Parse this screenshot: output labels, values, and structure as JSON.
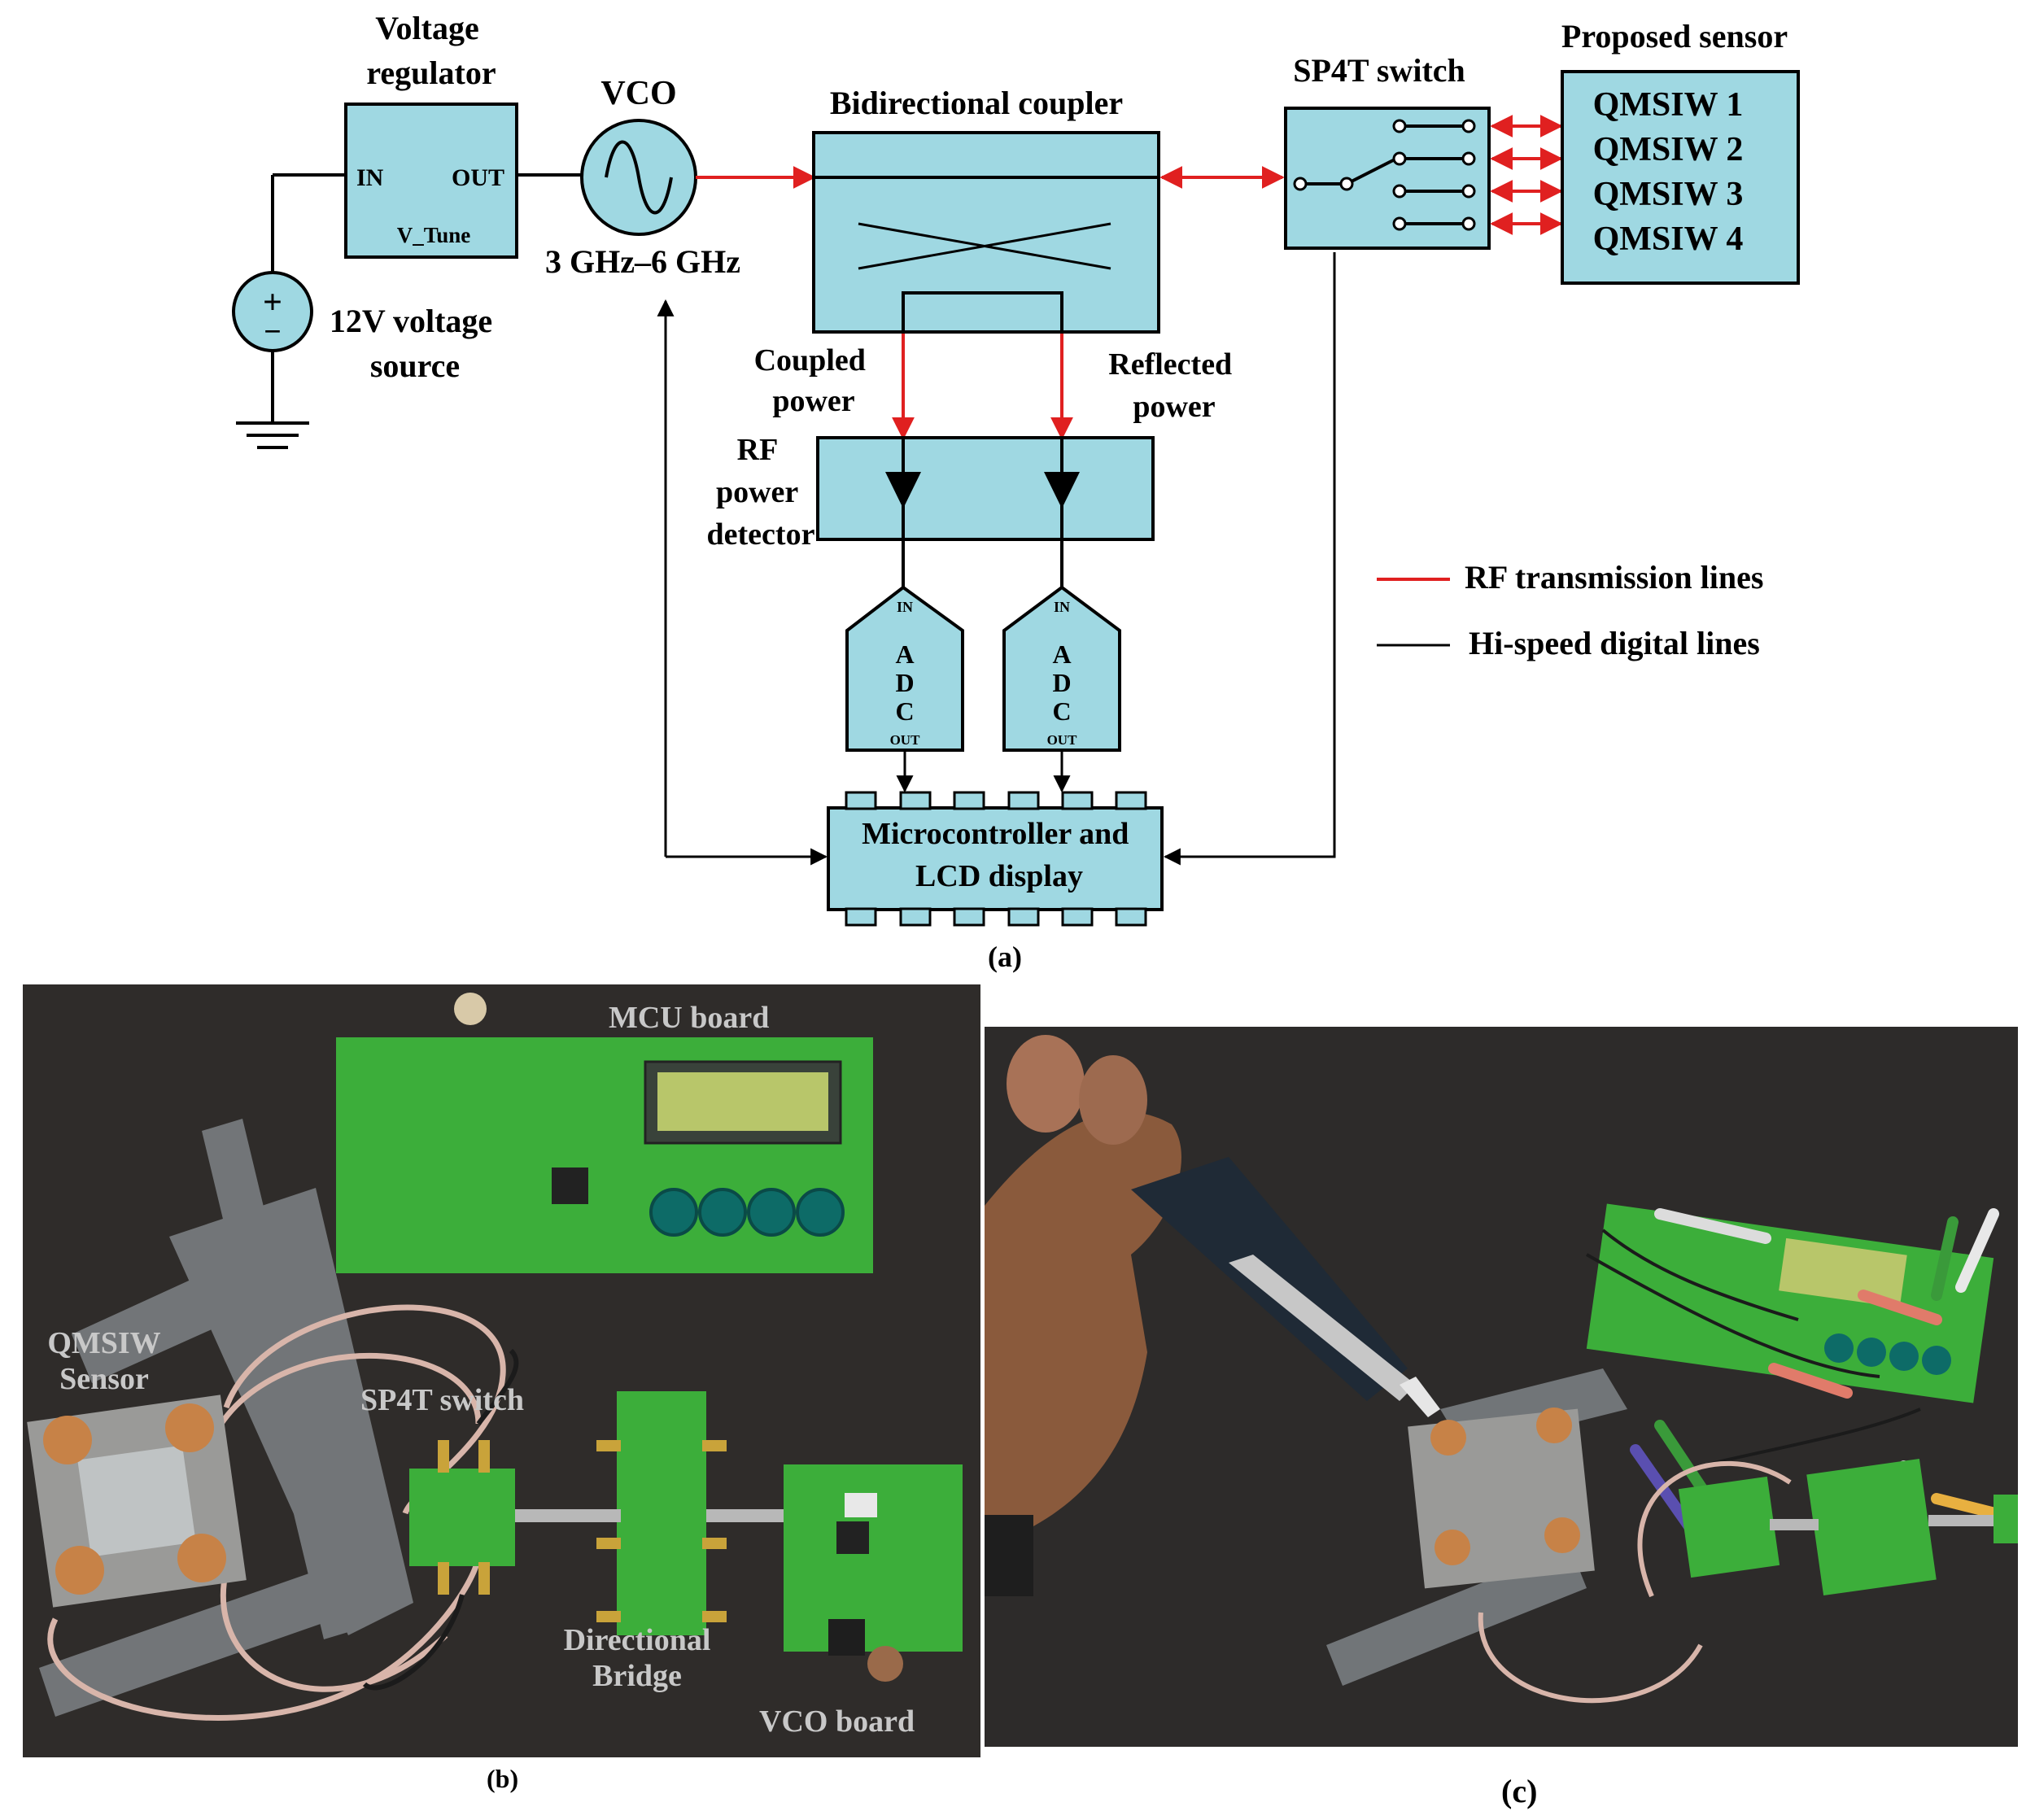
{
  "panel_a": {
    "voltage_regulator": {
      "title": "Voltage\nregulator",
      "in": "IN",
      "out": "OUT",
      "tune": "V_Tune"
    },
    "vco": {
      "title": "VCO",
      "range": "3 GHz–6 GHz"
    },
    "source": {
      "label": "12V voltage\nsource",
      "plus": "+",
      "minus": "−"
    },
    "coupler": {
      "title": "Bidirectional coupler",
      "coupled": "Coupled\npower",
      "reflected": "Reflected\npower"
    },
    "detector": {
      "label": "RF\npower\ndetector"
    },
    "adc": {
      "in": "IN",
      "letters": [
        "A",
        "D",
        "C"
      ],
      "out": "OUT"
    },
    "mcu": {
      "label": "Microcontroller and\nLCD display"
    },
    "switch": {
      "title": "SP4T switch"
    },
    "sensor": {
      "title": "Proposed sensor",
      "items": [
        "QMSIW 1",
        "QMSIW 2",
        "QMSIW 3",
        "QMSIW 4"
      ]
    },
    "legend": {
      "rf": "RF transmission lines",
      "digital": "Hi-speed digital lines"
    },
    "caption": "(a)",
    "colors": {
      "box": "#9fd8e2",
      "rf": "#e02020",
      "line": "#000000"
    }
  },
  "panel_b": {
    "labels": {
      "mcu": "MCU board",
      "sensor": "QMSIW\nSensor",
      "switch": "SP4T switch",
      "bridge": "Directional\nBridge",
      "vco": "VCO board"
    },
    "caption": "(b)"
  },
  "panel_c": {
    "caption": "(c)"
  }
}
